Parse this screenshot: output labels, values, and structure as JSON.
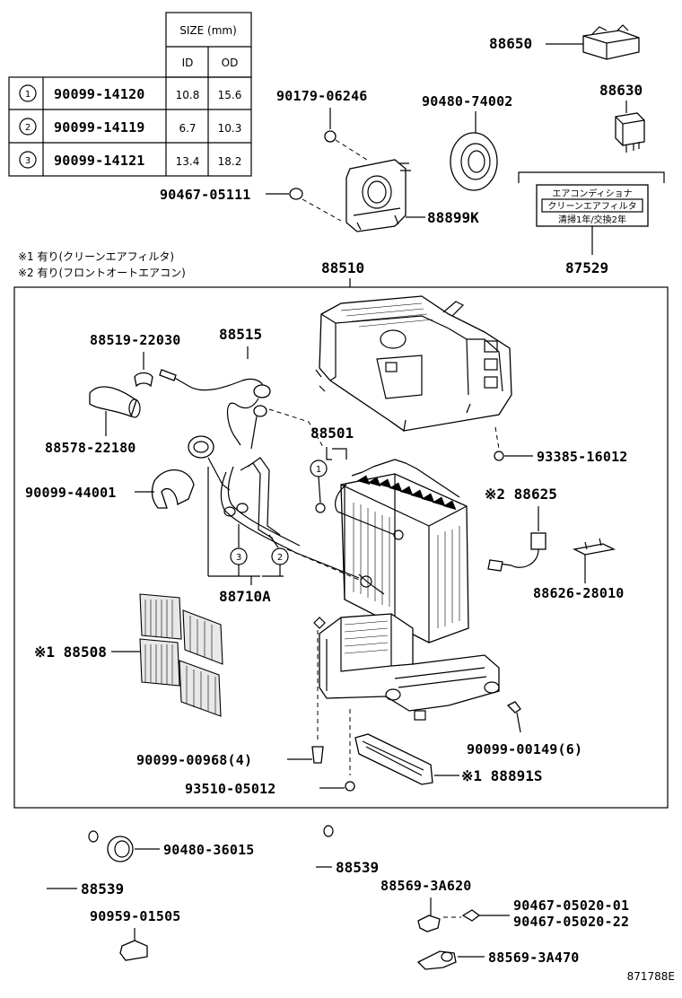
{
  "size_table": {
    "header": "SIZE (mm)",
    "col_id": "ID",
    "col_od": "OD",
    "rows": [
      {
        "num": "1",
        "part": "90099-14120",
        "id": "10.8",
        "od": "15.6"
      },
      {
        "num": "2",
        "part": "90099-14119",
        "id": "6.7",
        "od": "10.3"
      },
      {
        "num": "3",
        "part": "90099-14121",
        "id": "13.4",
        "od": "18.2"
      }
    ]
  },
  "notes": {
    "note1": "※1 有り(クリーンエアフィルタ)",
    "note2": "※2 有り(フロントオートエアコン)"
  },
  "label_card": {
    "line1": "エアコンディショナ",
    "line2": "クリーンエアフィルタ",
    "line3": "清掃1年/交換2年"
  },
  "parts": {
    "p88650": "88650",
    "p88630": "88630",
    "p90179_06246": "90179-06246",
    "p90480_74002": "90480-74002",
    "p90467_05111": "90467-05111",
    "p88899K": "88899K",
    "p87529": "87529",
    "p88510": "88510",
    "p88519_22030": "88519-22030",
    "p88515": "88515",
    "p88578_22180": "88578-22180",
    "p88501": "88501",
    "p93385_16012": "93385-16012",
    "p90099_44001": "90099-44001",
    "p88625": "※2 88625",
    "p88626_28010": "88626-28010",
    "p88710A": "88710A",
    "p88508": "※1 88508",
    "p90099_00968": "90099-00968(4)",
    "p90099_00149": "90099-00149(6)",
    "p93510_05012": "93510-05012",
    "p88891S": "※1 88891S",
    "p90480_36015": "90480-36015",
    "p88539_a": "88539",
    "p88539_b": "88539",
    "p90959_01505": "90959-01505",
    "p88569_3A620": "88569-3A620",
    "p90467_05020_01": "90467-05020-01",
    "p90467_05020_22": "90467-05020-22",
    "p88569_3A470": "88569-3A470"
  },
  "callouts": {
    "c1": "1",
    "c2": "2",
    "c3": "3"
  },
  "drawing_number": "871788E"
}
